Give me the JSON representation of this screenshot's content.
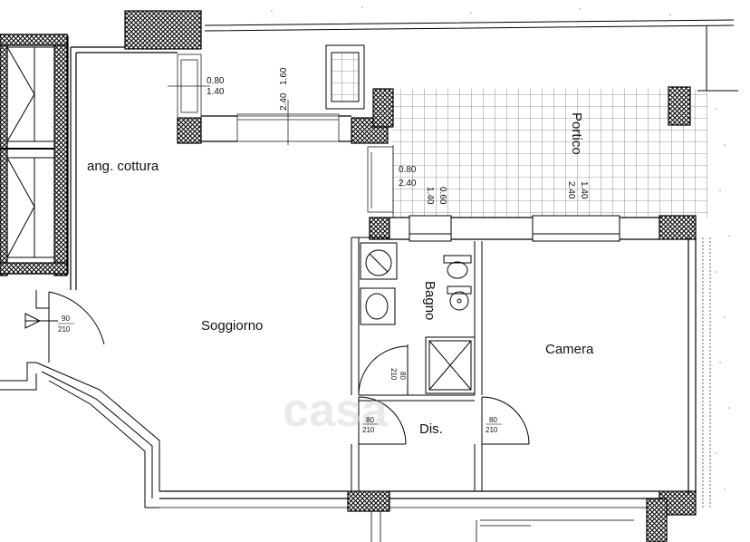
{
  "rooms": {
    "kitchen": "ang. cottura",
    "living": "Soggiorno",
    "bath": "Bagno",
    "bedroom": "Camera",
    "hall": "Dis.",
    "porch": "Portico"
  },
  "windows": {
    "w1_top": "0.80",
    "w1_bottom": "1.40",
    "w2_top": "1.60",
    "w2_bottom": "2.40",
    "w3_top": "0.80",
    "w3_bottom": "2.40",
    "w4_top": "0.60",
    "w4_bottom": "1.40",
    "w5_top": "1.40",
    "w5_bottom": "2.40"
  },
  "doors": {
    "entry_top": "90",
    "entry_bottom": "210",
    "bath_top": "80",
    "bath_bottom": "210",
    "living_top": "80",
    "living_bottom": "210",
    "bedroom_top": "80",
    "bedroom_bottom": "210"
  },
  "watermark": "casa"
}
